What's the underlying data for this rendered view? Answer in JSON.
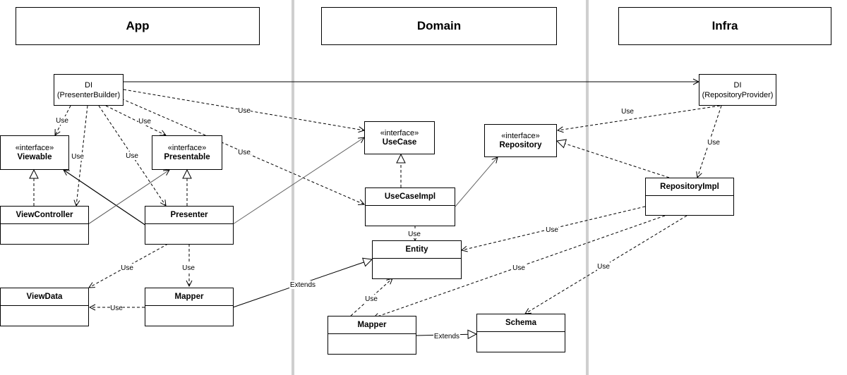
{
  "layers": [
    {
      "id": "app",
      "title": "App"
    },
    {
      "id": "domain",
      "title": "Domain"
    },
    {
      "id": "infra",
      "title": "Infra"
    }
  ],
  "nodes": {
    "di_app": {
      "line1": "DI",
      "line2": "(PresenterBuilder)"
    },
    "di_infra": {
      "line1": "DI",
      "line2": "(RepositoryProvider)"
    },
    "viewable": {
      "stereotype": "«interface»",
      "name": "Viewable"
    },
    "presentable": {
      "stereotype": "«interface»",
      "name": "Presentable"
    },
    "usecase": {
      "stereotype": "«interface»",
      "name": "UseCase"
    },
    "repository": {
      "stereotype": "«interface»",
      "name": "Repository"
    },
    "viewcontroller": {
      "name": "ViewController"
    },
    "presenter": {
      "name": "Presenter"
    },
    "viewdata": {
      "name": "ViewData"
    },
    "mapper_app": {
      "name": "Mapper"
    },
    "usecaseimpl": {
      "name": "UseCaseImpl"
    },
    "entity": {
      "name": "Entity"
    },
    "mapper_domain": {
      "name": "Mapper"
    },
    "schema": {
      "name": "Schema"
    },
    "repositoryimpl": {
      "name": "RepositoryImpl"
    }
  },
  "relations": [
    {
      "from": "DI (PresenterBuilder)",
      "to": "DI (RepositoryProvider)",
      "kind": "association"
    },
    {
      "from": "DI (PresenterBuilder)",
      "to": "Viewable",
      "kind": "dependency",
      "label": "Use"
    },
    {
      "from": "DI (PresenterBuilder)",
      "to": "ViewController",
      "kind": "dependency",
      "label": "Use"
    },
    {
      "from": "DI (PresenterBuilder)",
      "to": "Presentable",
      "kind": "dependency",
      "label": "Use"
    },
    {
      "from": "DI (PresenterBuilder)",
      "to": "Presenter",
      "kind": "dependency",
      "label": "Use"
    },
    {
      "from": "DI (PresenterBuilder)",
      "to": "UseCase",
      "kind": "dependency",
      "label": "Use"
    },
    {
      "from": "DI (PresenterBuilder)",
      "to": "UseCaseImpl",
      "kind": "dependency",
      "label": "Use"
    },
    {
      "from": "ViewController",
      "to": "Viewable",
      "kind": "realization"
    },
    {
      "from": "Presenter",
      "to": "Presentable",
      "kind": "realization"
    },
    {
      "from": "Presenter",
      "to": "Viewable",
      "kind": "association"
    },
    {
      "from": "ViewController",
      "to": "Presentable",
      "kind": "association"
    },
    {
      "from": "Presenter",
      "to": "UseCase",
      "kind": "association"
    },
    {
      "from": "Presenter",
      "to": "ViewData",
      "kind": "dependency",
      "label": "Use"
    },
    {
      "from": "Presenter",
      "to": "Mapper",
      "kind": "dependency",
      "label": "Use"
    },
    {
      "from": "Mapper",
      "to": "ViewData",
      "kind": "dependency",
      "label": "Use"
    },
    {
      "from": "Mapper",
      "to": "Entity",
      "kind": "generalization",
      "label": "Extends"
    },
    {
      "from": "UseCaseImpl",
      "to": "UseCase",
      "kind": "realization"
    },
    {
      "from": "UseCaseImpl",
      "to": "Repository",
      "kind": "association"
    },
    {
      "from": "UseCaseImpl",
      "to": "Entity",
      "kind": "dependency",
      "label": "Use"
    },
    {
      "from": "Mapper (Domain)",
      "to": "Entity",
      "kind": "dependency",
      "label": "Use"
    },
    {
      "from": "Mapper (Domain)",
      "to": "Schema",
      "kind": "generalization",
      "label": "Extends"
    },
    {
      "from": "DI (RepositoryProvider)",
      "to": "Repository",
      "kind": "dependency",
      "label": "Use"
    },
    {
      "from": "DI (RepositoryProvider)",
      "to": "RepositoryImpl",
      "kind": "dependency",
      "label": "Use"
    },
    {
      "from": "RepositoryImpl",
      "to": "Repository",
      "kind": "realization"
    },
    {
      "from": "RepositoryImpl",
      "to": "Entity",
      "kind": "dependency",
      "label": "Use"
    },
    {
      "from": "RepositoryImpl",
      "to": "Mapper (Domain)",
      "kind": "dependency",
      "label": "Use"
    },
    {
      "from": "RepositoryImpl",
      "to": "Schema",
      "kind": "dependency",
      "label": "Use"
    }
  ]
}
